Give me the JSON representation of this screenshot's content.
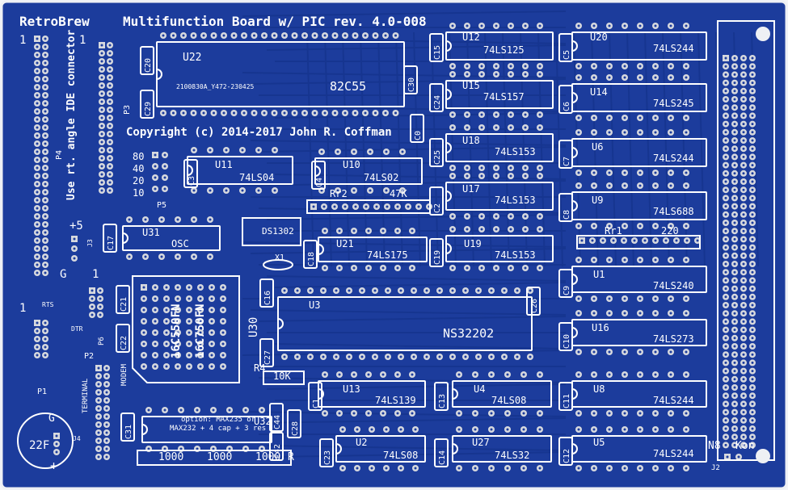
{
  "board": {
    "brand": "RetroBrew",
    "title": "Multifunction Board w/ PIC rev. 4.0-008",
    "copyright": "Copyright (c) 2014-2017  John R. Coffman",
    "ide_note": "Use rt. angle IDE connector",
    "date_code": "2100830A_Y472-230425",
    "option_note_1": "option: MAX235 or",
    "option_note_2": "MAX232 + 4 cap + 3 res",
    "terminal": "TERMINAL",
    "modem": "MODEM",
    "plus5": "+5",
    "g_label": "G",
    "one": "1",
    "n8": "N8",
    "kon": "Kon",
    "rts": "RTS",
    "dtr": "DTR",
    "cap_22": "22F",
    "cap_g": "G",
    "cap_plus": "+",
    "r_vals": [
      "1000",
      "1000",
      "1000"
    ],
    "r_text": "R",
    "p5_nums": [
      "80",
      "40",
      "20",
      "10"
    ]
  },
  "chips": [
    {
      "ref": "U22",
      "part": "82C55"
    },
    {
      "ref": "U12",
      "part": "74LS125"
    },
    {
      "ref": "U20",
      "part": "74LS244"
    },
    {
      "ref": "U15",
      "part": "74LS157"
    },
    {
      "ref": "U14",
      "part": "74LS245"
    },
    {
      "ref": "U18",
      "part": "74LS153"
    },
    {
      "ref": "U6",
      "part": "74LS244"
    },
    {
      "ref": "U11",
      "part": "74LS04"
    },
    {
      "ref": "U10",
      "part": "74LS02"
    },
    {
      "ref": "U17",
      "part": "74LS153"
    },
    {
      "ref": "U9",
      "part": "74LS688"
    },
    {
      "ref": "U31",
      "part": "OSC"
    },
    {
      "ref": "U21",
      "part": "74LS175"
    },
    {
      "ref": "U19",
      "part": "74LS153"
    },
    {
      "ref": "U1",
      "part": "74LS240"
    },
    {
      "ref": "U3",
      "part": "NS32202"
    },
    {
      "ref": "U16",
      "part": "74LS273"
    },
    {
      "ref": "U13",
      "part": "74LS139"
    },
    {
      "ref": "U4",
      "part": "74LS08"
    },
    {
      "ref": "U8",
      "part": "74LS244"
    },
    {
      "ref": "U2",
      "part": "74LS08"
    },
    {
      "ref": "U27",
      "part": "74LS32"
    },
    {
      "ref": "U5",
      "part": "74LS244"
    },
    {
      "ref": "U32",
      "part": ""
    }
  ],
  "misc": {
    "ds": "DS1302",
    "rr2": "Rr2",
    "r47k": "47K",
    "rr1": "Rr1",
    "r220": "220",
    "x1": "X1",
    "u30": "U30",
    "uart1": "16C550FN",
    "uart2": "16C750FN",
    "r4": "R4",
    "r10k": "10K",
    "p1": "P1",
    "p2": "P2",
    "p3": "P3",
    "p4": "P4",
    "p5": "P5",
    "p6": "P6",
    "j2": "J2",
    "j3": "J3",
    "j4": "J4"
  },
  "caps": [
    "C20",
    "C29",
    "C30",
    "C15",
    "C24",
    "C25",
    "C2",
    "C19",
    "C5",
    "C6",
    "C7",
    "C8",
    "C9",
    "C10",
    "C11",
    "C12",
    "C3",
    "C4",
    "C18",
    "C17",
    "C21",
    "C22",
    "C16",
    "C27",
    "C26",
    "C1",
    "C13",
    "C23",
    "C14",
    "C28",
    "C31",
    "C44",
    "C42",
    "C0"
  ],
  "colors": {
    "board": "#1c3c9c",
    "board_dark": "#0b2a86",
    "silk": "#ffffff",
    "pad": "#d7d9de",
    "edge": "#eef0f4"
  }
}
